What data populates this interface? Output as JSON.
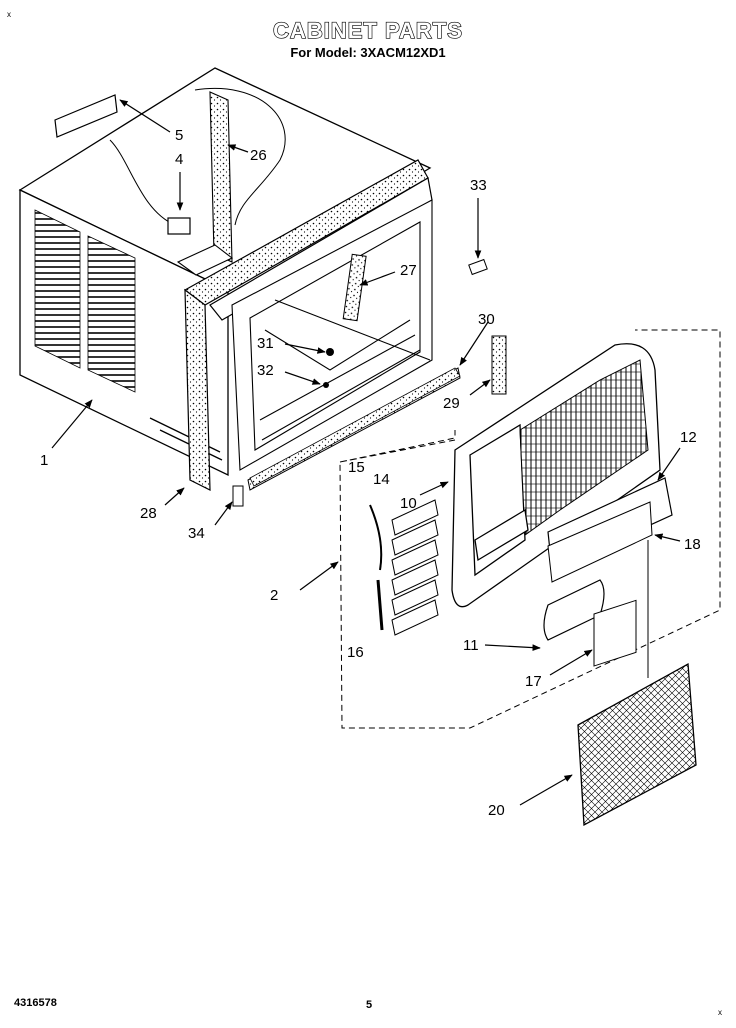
{
  "header": {
    "title": "CABINET PARTS",
    "subtitle": "For Model: 3XACM12XD1"
  },
  "footer": {
    "doc_number": "4316578",
    "page_number": "5"
  },
  "corner_marks": [
    "x",
    "x"
  ],
  "callouts": [
    "1",
    "2",
    "4",
    "5",
    "10",
    "11",
    "12",
    "14",
    "15",
    "16",
    "17",
    "18",
    "20",
    "26",
    "27",
    "28",
    "29",
    "30",
    "31",
    "32",
    "33",
    "34"
  ]
}
